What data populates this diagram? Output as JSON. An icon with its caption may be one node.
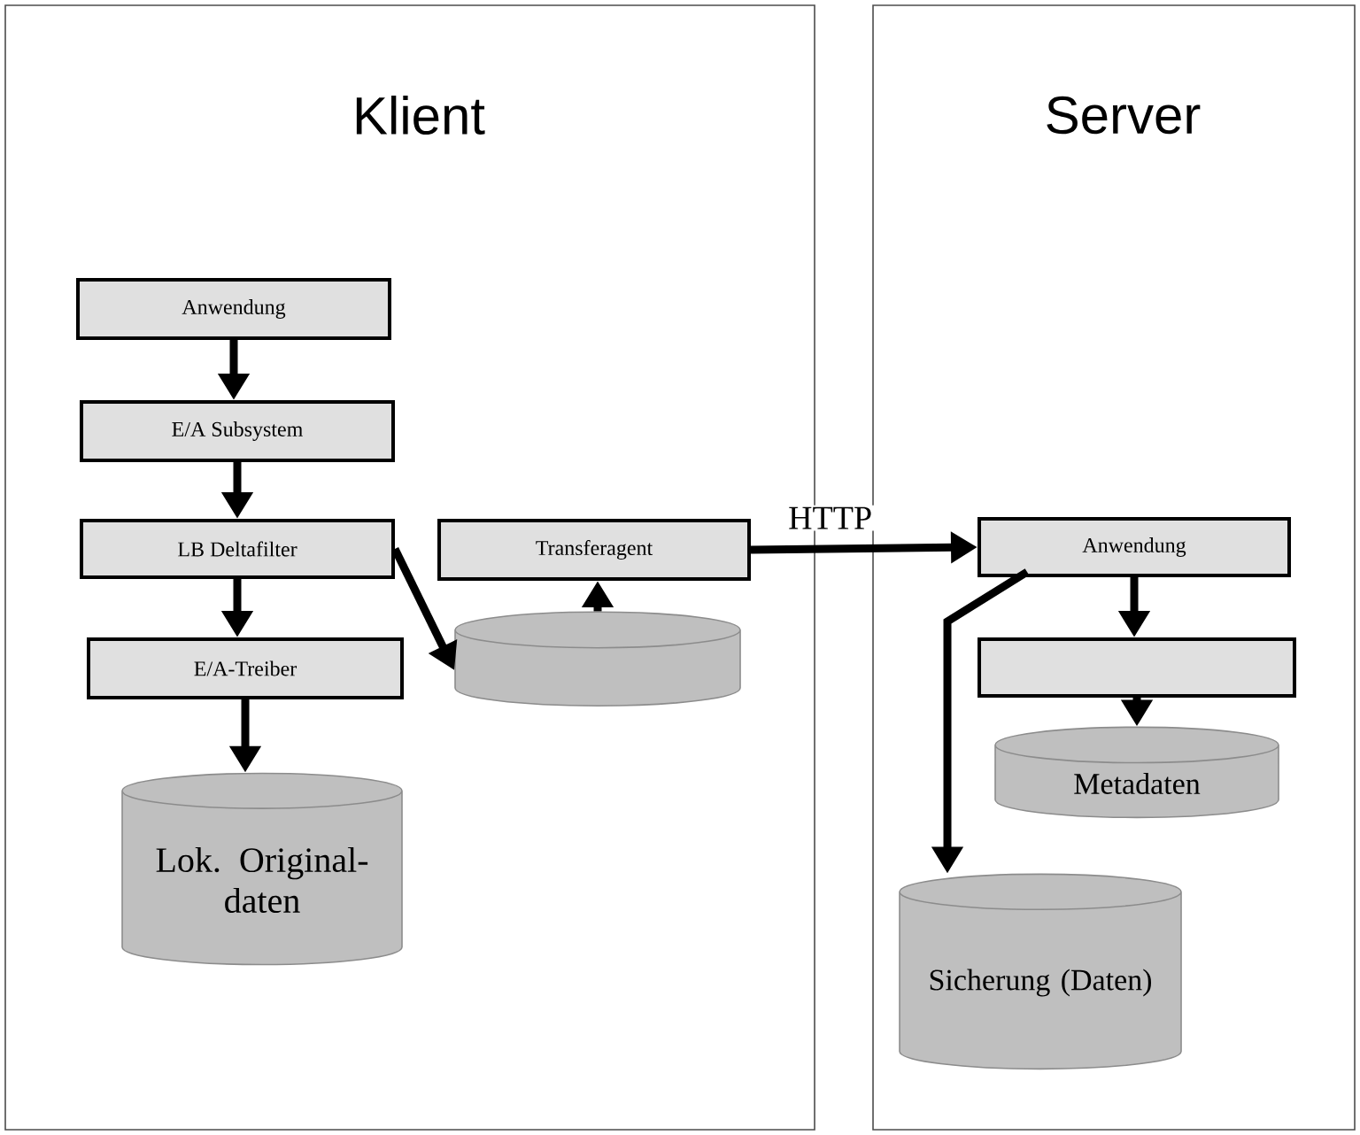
{
  "diagram": {
    "nodes": [
      {
        "text": [
          "Klient"
        ]
      },
      {
        "text": [
          "Server"
        ]
      },
      {
        "text": [
          "Anwendung"
        ],
        "in": 0
      },
      {
        "text": [
          "E/A Subsystem"
        ],
        "in": 0
      },
      {
        "text": [
          "LB Deltafilter"
        ],
        "in": 0
      },
      {
        "text": [
          "E/A-Treiber"
        ],
        "in": 0
      },
      {
        "text": [
          "Lok. Original- daten"
        ],
        "in": 0
      },
      {
        "text": [
          "Transferagent"
        ],
        "in": 0
      },
      {
        "text": [],
        "shape": "cylinder",
        "in": 0
      },
      {
        "text": [
          "Anwendung"
        ],
        "in": 1
      },
      {
        "text": [],
        "shape": "box",
        "in": 1
      },
      {
        "text": [
          "Metadaten"
        ],
        "in": 1
      },
      {
        "text": [
          "Sicherung (Daten)"
        ],
        "in": 1
      }
    ],
    "edges": [
      {
        "from": 2,
        "to": 3,
        "arrow": "to"
      },
      {
        "from": 3,
        "to": 4,
        "arrow": "to"
      },
      {
        "from": 4,
        "to": 5,
        "arrow": "to"
      },
      {
        "from": 5,
        "to": 6,
        "arrow": "to"
      },
      {
        "from": 4,
        "to": 8,
        "arrow": "to"
      },
      {
        "from": 8,
        "to": 7,
        "arrow": "to"
      },
      {
        "from": 7,
        "to": 9,
        "arrow": "to",
        "label": "HTTP"
      },
      {
        "from": 9,
        "to": 10,
        "arrow": "to"
      },
      {
        "from": 10,
        "to": 11,
        "arrow": "to"
      },
      {
        "from": 9,
        "to": 12,
        "arrow": "to"
      }
    ]
  }
}
